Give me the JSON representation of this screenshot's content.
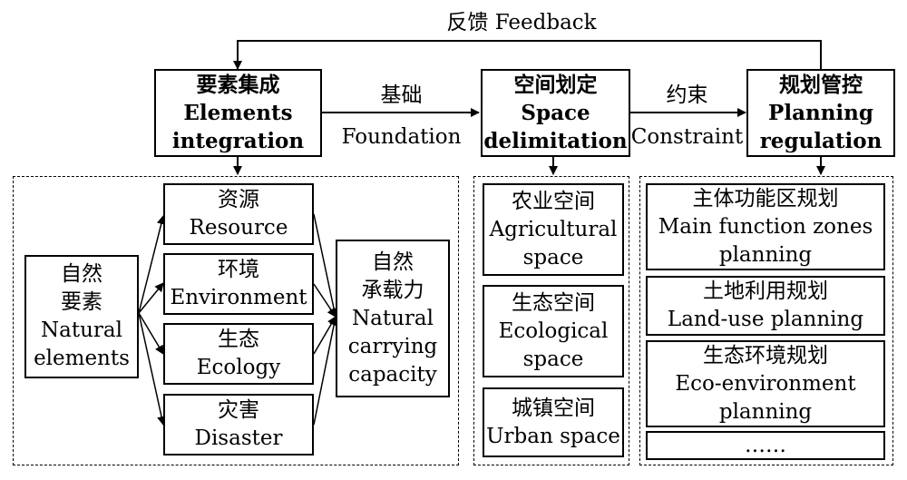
{
  "feedback": {
    "zh": "反馈",
    "en": "Feedback"
  },
  "top_boxes": [
    {
      "zh": "要素集成",
      "en1": "Elements",
      "en2": "integration"
    },
    {
      "zh": "空间划定",
      "en1": "Space",
      "en2": "delimitation"
    },
    {
      "zh": "规划管控",
      "en1": "Planning",
      "en2": "regulation"
    }
  ],
  "arrow_labels": [
    {
      "zh": "基础",
      "en": "Foundation"
    },
    {
      "zh": "约束",
      "en": "Constraint"
    }
  ],
  "natural_elements": {
    "zh1": "自然",
    "zh2": "要素",
    "en1": "Natural",
    "en2": "elements"
  },
  "element_types": [
    {
      "zh": "资源",
      "en": "Resource"
    },
    {
      "zh": "环境",
      "en": "Environment"
    },
    {
      "zh": "生态",
      "en": "Ecology"
    },
    {
      "zh": "灾害",
      "en": "Disaster"
    }
  ],
  "carrying_capacity": {
    "zh1": "自然",
    "zh2": "承载力",
    "en1": "Natural",
    "en2": "carrying",
    "en3": "capacity"
  },
  "spaces": [
    {
      "zh": "农业空间",
      "en1": "Agricultural",
      "en2": "space"
    },
    {
      "zh": "生态空间",
      "en1": "Ecological",
      "en2": "space"
    },
    {
      "zh": "城镇空间",
      "en1": "Urban space",
      "en2": ""
    }
  ],
  "plans": [
    {
      "zh": "主体功能区规划",
      "en1": "Main function zones",
      "en2": "planning"
    },
    {
      "zh": "土地利用规划",
      "en1": "Land-use planning",
      "en2": ""
    },
    {
      "zh": "生态环境规划",
      "en1": "Eco-environment",
      "en2": "planning"
    },
    {
      "zh": "……",
      "en1": "",
      "en2": ""
    }
  ]
}
